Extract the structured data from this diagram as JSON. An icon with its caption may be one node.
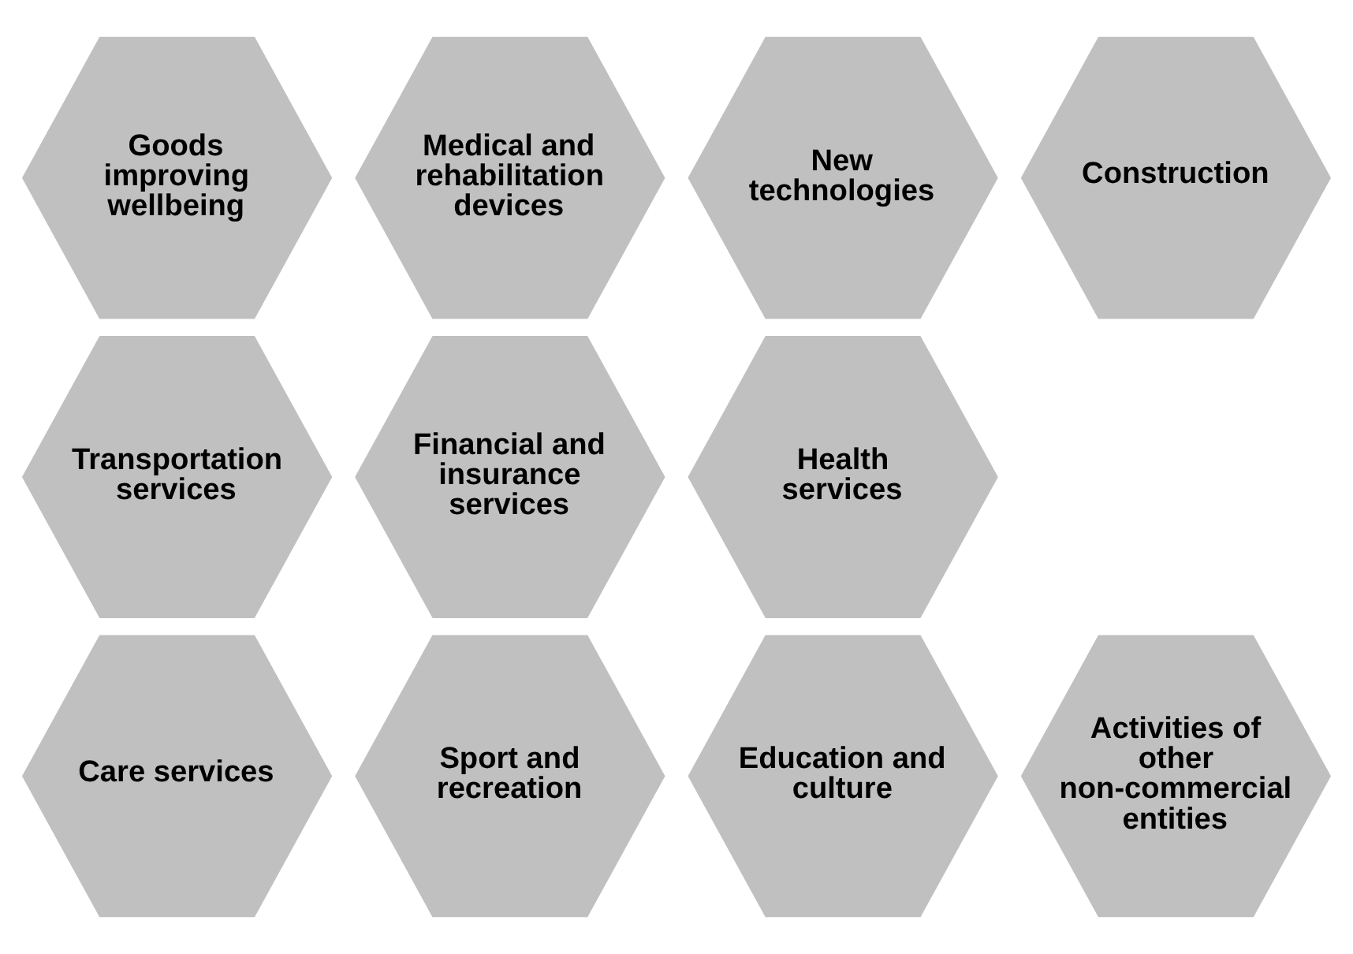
{
  "diagram": {
    "nodes": [
      {
        "text": [
          "Goods improving wellbeing"
        ]
      },
      {
        "text": [
          "Medical and rehabilitation devices"
        ]
      },
      {
        "text": [
          "New technologies"
        ]
      },
      {
        "text": [
          "Construction"
        ]
      },
      {
        "text": [
          "Transportation services"
        ]
      },
      {
        "text": [
          "Financial and insurance services"
        ]
      },
      {
        "text": [
          "Health services"
        ]
      },
      {
        "text": [
          "Care services"
        ]
      },
      {
        "text": [
          "Sport and recreation"
        ]
      },
      {
        "text": [
          "Education and culture"
        ]
      },
      {
        "text": [
          "Activities of other non-commercial entities"
        ]
      }
    ]
  }
}
